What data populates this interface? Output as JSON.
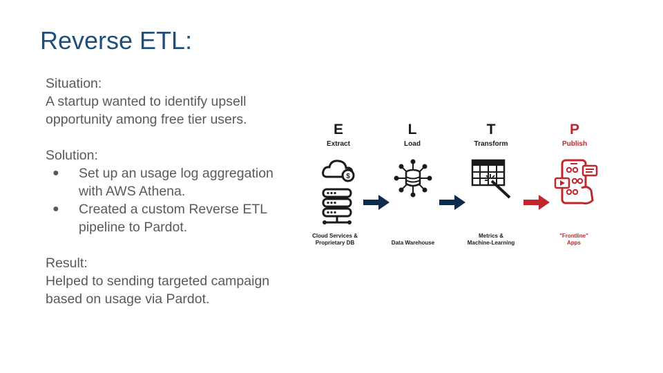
{
  "slide": {
    "title": "Reverse ETL:",
    "situation_heading": "Situation:",
    "situation_text": "A startup wanted to identify upsell opportunity among free tier users.",
    "solution_heading": "Solution:",
    "solution_bullets": [
      "Set up an usage log aggregation with AWS Athena.",
      "Created a custom Reverse ETL pipeline to Pardot."
    ],
    "bullet_glyph": "●",
    "result_heading": "Result:",
    "result_text": "Helped to sending targeted campaign based on usage via Pardot."
  },
  "diagram": {
    "stages": [
      {
        "letter": "E",
        "word": "Extract",
        "caption_line1": "Cloud Services &",
        "caption_line2": "Proprietary DB",
        "icon": "cloud-database-icon"
      },
      {
        "letter": "L",
        "word": "Load",
        "caption_line1": "",
        "caption_line2": "Data Warehouse",
        "icon": "data-warehouse-icon"
      },
      {
        "letter": "T",
        "word": "Transform",
        "caption_line1": "Metrics &",
        "caption_line2": "Machine-Learning",
        "icon": "table-wand-icon"
      },
      {
        "letter": "P",
        "word": "Publish",
        "caption_line1": "\"Frontline\"",
        "caption_line2": "Apps",
        "icon": "mobile-apps-icon"
      }
    ],
    "colors": {
      "dark": "#1a1a1a",
      "navy": "#0e2a4d",
      "red": "#c0272d"
    }
  }
}
